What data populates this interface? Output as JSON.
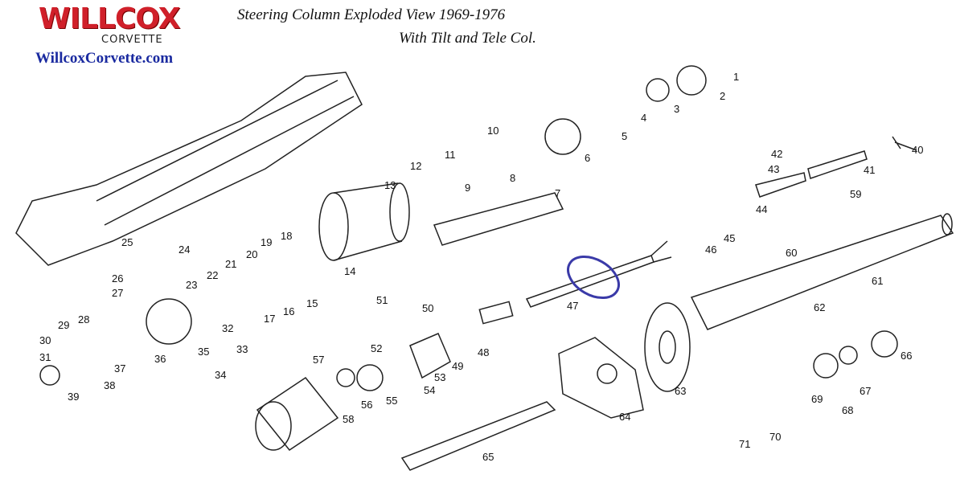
{
  "logo": {
    "brand": "WILLCOX",
    "sub": "CORVETTE"
  },
  "website": "WillcoxCorvette.com",
  "title": {
    "line1": "Steering Column Exploded View 1969-1976",
    "line2": "With Tilt and Tele Col."
  },
  "part_numbers": [
    "1",
    "2",
    "3",
    "4",
    "5",
    "6",
    "7",
    "8",
    "9",
    "10",
    "11",
    "12",
    "13",
    "14",
    "15",
    "16",
    "17",
    "18",
    "19",
    "20",
    "21",
    "22",
    "23",
    "24",
    "25",
    "26",
    "27",
    "28",
    "29",
    "30",
    "31",
    "32",
    "33",
    "34",
    "35",
    "36",
    "37",
    "38",
    "39",
    "40",
    "41",
    "42",
    "43",
    "44",
    "45",
    "46",
    "47",
    "48",
    "49",
    "50",
    "51",
    "52",
    "53",
    "54",
    "55",
    "56",
    "57",
    "58",
    "59",
    "60",
    "61",
    "62",
    "63",
    "64",
    "65",
    "66",
    "67",
    "68",
    "69",
    "70",
    "71"
  ],
  "colors": {
    "highlight": "#3a3aa8",
    "brand": "#d0202a",
    "link": "#1a2aa0"
  }
}
